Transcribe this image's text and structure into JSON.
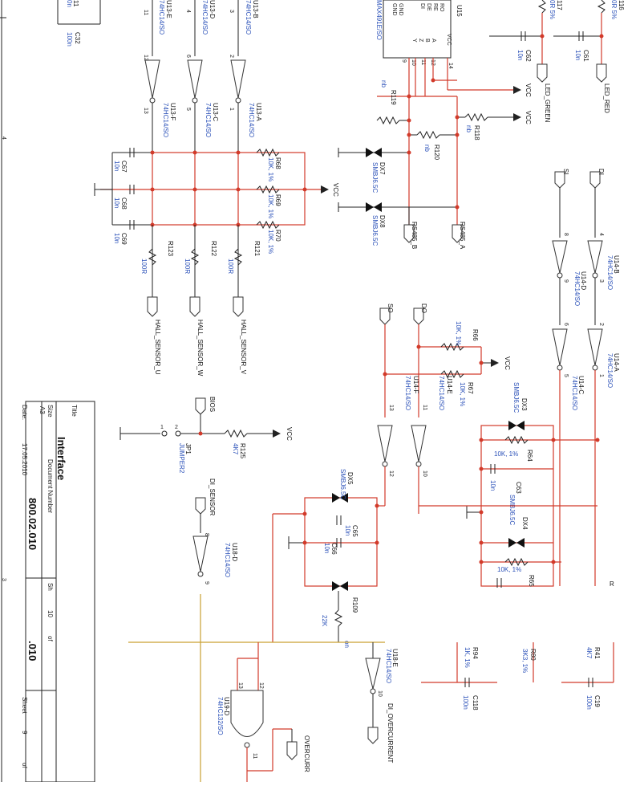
{
  "left_top": {
    "c32_name": "C32",
    "c32_val": "100n",
    "c_frag": "11",
    "c_frag2": "0n",
    "u13e_name": "U13-E",
    "u13e_part": "74HC14/SO",
    "u13d_name": "U13-D",
    "u13d_part": "74HC14/SO",
    "u13b_name": "U13-B",
    "u13b_part": "74HC14/SO",
    "u13f_name": "U13-F",
    "u13f_part": "74HC14/SO",
    "u13c_name": "U13-C",
    "u13c_part": "74HC14/SO",
    "u13a_name": "U13-A",
    "u13a_part": "74HC14/SO",
    "pins": [
      "11",
      "4",
      "3",
      "12",
      "6",
      "2",
      "13",
      "5",
      "1"
    ]
  },
  "rs485": {
    "u15_name": "U15",
    "u15_part": "MAX491E/SO",
    "pins_left": [
      "RO",
      "RE",
      "DE",
      "DI",
      "GND",
      "GND"
    ],
    "pins_right": [
      "A",
      "B",
      "Z",
      "Y"
    ],
    "vcc": "VCC",
    "pin_nums": [
      "9",
      "10",
      "11",
      "12",
      "14"
    ],
    "r119": "R119",
    "r119_val": "nb",
    "r120": "R120",
    "r120_val": "nb",
    "r118": "R118",
    "r118_val": "nb",
    "dx7": "DX7",
    "dx7_part": "SMBJ6.5C",
    "dx8": "DX8",
    "dx8_part": "SMBJ6.5C",
    "rs485_b": "RS485_B",
    "rs485_a": "RS485_A",
    "vcc1": "VCC",
    "vcc2": "VCC"
  },
  "leds": {
    "r117": "117",
    "r117_val": "0R 5%",
    "r116": "116",
    "r116_val": "0R 5%",
    "c62": "C62",
    "c62_val": "10n",
    "c61": "C61",
    "c61_val": "10n",
    "led_green": "LED_GREEN",
    "led_red": "LED_RED"
  },
  "hall": {
    "c67": "C67",
    "c67_val": "10n",
    "c68": "C68",
    "c68_val": "10n",
    "c69": "C69",
    "c69_val": "10n",
    "r68": "R68",
    "r68_val": "10K, 1%",
    "r69": "R69",
    "r69_val": "10K, 1%",
    "r70": "R70",
    "r70_val": "10K, 1%",
    "r123": "R123",
    "r123_val": "100R",
    "r122": "R122",
    "r122_val": "100R",
    "r121": "R121",
    "r121_val": "100R",
    "vcc": "VCC",
    "sensor_u": "HALL_SENSOR_U",
    "sensor_w": "HALL_SENSOR_W",
    "sensor_v": "HALL_SENSOR_V"
  },
  "right_top": {
    "si": "SI",
    "di": "DI",
    "u14b_name": "U14-B",
    "u14b_part": "74HC14/SO",
    "u14d_name": "U14-D",
    "u14d_part": "74HC14/SO",
    "u14a_name": "U14-A",
    "u14a_part": "74HC14/SO",
    "u14c_name": "U14-C",
    "u14c_part": "74HC14/SO",
    "pins": [
      "8",
      "4",
      "9",
      "3",
      "6",
      "2",
      "5",
      "1"
    ]
  },
  "sodo": {
    "so": "SO",
    "do": "DO",
    "r66": "R66",
    "r66_val": "10K, 1%",
    "r67": "R67",
    "r67_val": "10K, 1%",
    "vcc": "VCC",
    "u14f_name": "U14-F",
    "u14f_part": "74HC14/SO",
    "u14e_name": "U14-E",
    "u14e_part": "74HC14/SO",
    "pins": [
      "13",
      "11",
      "12",
      "10"
    ]
  },
  "dx_right": {
    "dx3": "DX3",
    "dx3_part": "SMBJ6.5C",
    "r64": "R64",
    "r64_val": "10K, 1%",
    "c63": "C63",
    "c63_val": "10n",
    "c63_part": "SMBJ6.5C",
    "dx4": "DX4",
    "r65": "R65",
    "r65_val": "10K, 1%"
  },
  "bios": {
    "bios": "BIOS",
    "jp1": "JP1",
    "jp1_part": "JUMPER2",
    "jp_pins": [
      "1",
      "2"
    ],
    "r125": "R125",
    "r125_val": "4K7",
    "vcc": "VCC"
  },
  "di_sensor": {
    "label": "DI_SENSOR",
    "u18d_name": "U18-D",
    "u18d_part": "74HC14/SO",
    "pins": [
      "8",
      "9"
    ],
    "dx5": "DX5",
    "dx5_part": "SMBJ6.5C",
    "c65": "C65",
    "c65_val": "10n",
    "c66": "C66",
    "c66_val": "10n",
    "r109": "R109",
    "r109_val": "22K",
    "frag": "on"
  },
  "bottom_right": {
    "u18e_name": "U18-E",
    "u18e_part": "74HC14/SO",
    "pin10": "10",
    "di_overcurrent": "DI_OVERCURRENT",
    "r94": "R94",
    "r94_val": "1K, 1%",
    "r80": "R80",
    "r80_val": "3K3, 1%",
    "r41": "R41",
    "r41_val": "4K7",
    "c118": "C118",
    "c118_val": "100n",
    "c19": "C19",
    "c19_val": "100n",
    "frag_r": "R"
  },
  "u19": {
    "name": "U19-D",
    "part": "74HC132/SO",
    "pins": [
      "13",
      "12",
      "11"
    ],
    "overcurr": "OVERCURR"
  },
  "title_block": {
    "title_label": "Title",
    "title": "Interface",
    "size_label": "Size",
    "size": "A3",
    "docnum_label": "Document Number",
    "docnum": "800.02.010",
    "date_label": "Date:",
    "date": "17.05.2010",
    "sheet_label": "Sheet",
    "sheet": "9",
    "of_label": "of",
    "sh_label": "Sh",
    "sh_num": "10",
    "of2": "of",
    "rev": ".010"
  },
  "border_marks": [
    "4",
    "3"
  ],
  "colors": {
    "wire": "#d23a2a",
    "ink": "#222222",
    "value": "#2a50b8",
    "bus": "#c9a032"
  }
}
